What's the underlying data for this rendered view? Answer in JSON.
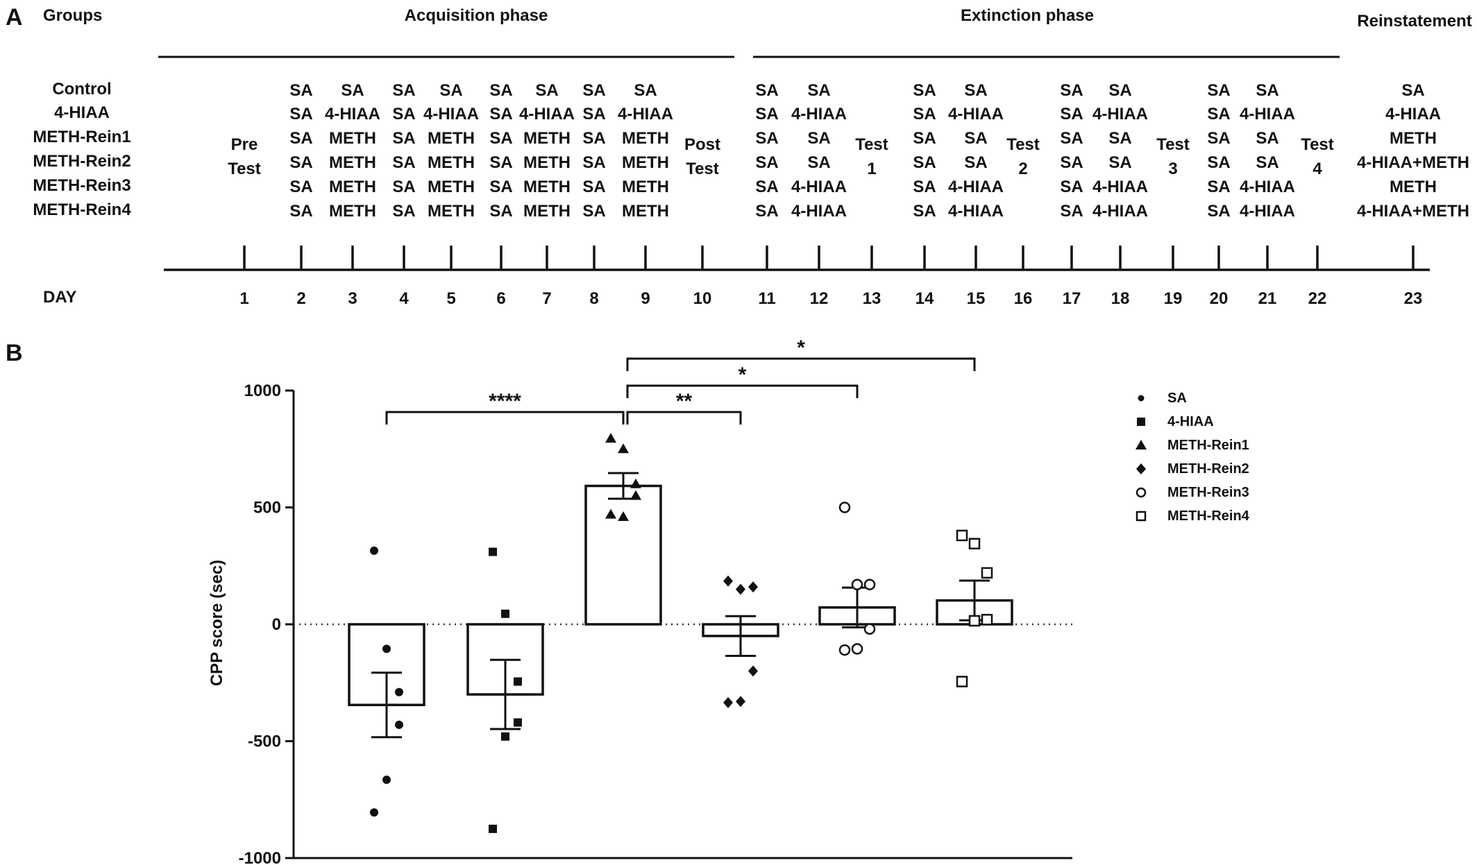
{
  "panel_a": {
    "label": "A",
    "groups_header": "Groups",
    "phases": [
      "Acquisition phase",
      "Extinction phase",
      "Reinstatement"
    ],
    "groups": [
      "Control",
      "4-HIAA",
      "METH-Rein1",
      "METH-Rein2",
      "METH-Rein3",
      "METH-Rein4"
    ],
    "day_label": "DAY",
    "days": [
      "1",
      "2",
      "3",
      "4",
      "5",
      "6",
      "7",
      "8",
      "9",
      "10",
      "11",
      "12",
      "13",
      "14",
      "15",
      "16",
      "17",
      "18",
      "19",
      "20",
      "21",
      "22",
      "23"
    ],
    "schedule": [
      {
        "day": "1",
        "lines": [
          "Pre",
          "Test"
        ]
      },
      {
        "day": "2",
        "lines": [
          "SA",
          "SA",
          "SA",
          "SA",
          "SA",
          "SA"
        ]
      },
      {
        "day": "3",
        "lines": [
          "SA",
          "4-HIAA",
          "METH",
          "METH",
          "METH",
          "METH"
        ]
      },
      {
        "day": "4",
        "lines": [
          "SA",
          "SA",
          "SA",
          "SA",
          "SA",
          "SA"
        ]
      },
      {
        "day": "5",
        "lines": [
          "SA",
          "4-HIAA",
          "METH",
          "METH",
          "METH",
          "METH"
        ]
      },
      {
        "day": "6",
        "lines": [
          "SA",
          "SA",
          "SA",
          "SA",
          "SA",
          "SA"
        ]
      },
      {
        "day": "7",
        "lines": [
          "SA",
          "4-HIAA",
          "METH",
          "METH",
          "METH",
          "METH"
        ]
      },
      {
        "day": "8",
        "lines": [
          "SA",
          "SA",
          "SA",
          "SA",
          "SA",
          "SA"
        ]
      },
      {
        "day": "9",
        "lines": [
          "SA",
          "4-HIAA",
          "METH",
          "METH",
          "METH",
          "METH"
        ]
      },
      {
        "day": "10",
        "lines": [
          "Post",
          "Test"
        ]
      },
      {
        "day": "11",
        "lines": [
          "SA",
          "SA",
          "SA",
          "SA",
          "SA",
          "SA"
        ]
      },
      {
        "day": "12",
        "lines": [
          "SA",
          "4-HIAA",
          "SA",
          "SA",
          "4-HIAA",
          "4-HIAA"
        ]
      },
      {
        "day": "13",
        "lines": [
          "Test",
          "1"
        ]
      },
      {
        "day": "14",
        "lines": [
          "SA",
          "SA",
          "SA",
          "SA",
          "SA",
          "SA"
        ]
      },
      {
        "day": "15",
        "lines": [
          "SA",
          "4-HIAA",
          "SA",
          "SA",
          "4-HIAA",
          "4-HIAA"
        ]
      },
      {
        "day": "16",
        "lines": [
          "Test",
          "2"
        ]
      },
      {
        "day": "17",
        "lines": [
          "SA",
          "SA",
          "SA",
          "SA",
          "SA",
          "SA"
        ]
      },
      {
        "day": "18",
        "lines": [
          "SA",
          "4-HIAA",
          "SA",
          "SA",
          "4-HIAA",
          "4-HIAA"
        ]
      },
      {
        "day": "19",
        "lines": [
          "Test",
          "3"
        ]
      },
      {
        "day": "20",
        "lines": [
          "SA",
          "SA",
          "SA",
          "SA",
          "SA",
          "SA"
        ]
      },
      {
        "day": "21",
        "lines": [
          "SA",
          "4-HIAA",
          "SA",
          "SA",
          "4-HIAA",
          "4-HIAA"
        ]
      },
      {
        "day": "22",
        "lines": [
          "Test",
          "4"
        ]
      },
      {
        "day": "23",
        "lines": [
          "SA",
          "4-HIAA",
          "METH",
          "4-HIAA+METH",
          "METH",
          "4-HIAA+METH"
        ]
      }
    ]
  },
  "chart_data": {
    "type": "bar",
    "panel_label": "B",
    "ylabel": "CPP score (sec)",
    "ylim": [
      -1000,
      1000
    ],
    "yticks": [
      1000,
      500,
      0,
      -500,
      -1000
    ],
    "categories": [
      "SA",
      "4-HIAA",
      "METH-Rein1",
      "METH-Rein2",
      "METH-Rein3",
      "METH-Rein4"
    ],
    "legend_position": "right",
    "series": [
      {
        "name": "SA",
        "marker": "circle-filled",
        "mean": -345,
        "sem": 138,
        "points": [
          315,
          -105,
          -290,
          -430,
          -665,
          -805
        ]
      },
      {
        "name": "4-HIAA",
        "marker": "square-filled",
        "mean": -300,
        "sem": 148,
        "points": [
          310,
          45,
          -245,
          -420,
          -480,
          -875
        ]
      },
      {
        "name": "METH-Rein1",
        "marker": "triangle-filled",
        "mean": 592,
        "sem": 55,
        "points": [
          795,
          750,
          600,
          550,
          460,
          470
        ]
      },
      {
        "name": "METH-Rein2",
        "marker": "diamond-filled",
        "mean": -50,
        "sem": 85,
        "points": [
          185,
          150,
          160,
          -200,
          -330,
          -335
        ]
      },
      {
        "name": "METH-Rein3",
        "marker": "circle-open",
        "mean": 72,
        "sem": 85,
        "points": [
          500,
          170,
          170,
          -20,
          -105,
          -110
        ]
      },
      {
        "name": "METH-Rein4",
        "marker": "square-open",
        "mean": 102,
        "sem": 85,
        "points": [
          380,
          345,
          220,
          20,
          15,
          -245
        ]
      }
    ],
    "significance": [
      {
        "from": "SA",
        "to": "METH-Rein1",
        "label": "****"
      },
      {
        "from": "METH-Rein1",
        "to": "METH-Rein2",
        "label": "**"
      },
      {
        "from": "METH-Rein1",
        "to": "METH-Rein3",
        "label": "*"
      },
      {
        "from": "METH-Rein1",
        "to": "METH-Rein4",
        "label": "*"
      }
    ]
  }
}
